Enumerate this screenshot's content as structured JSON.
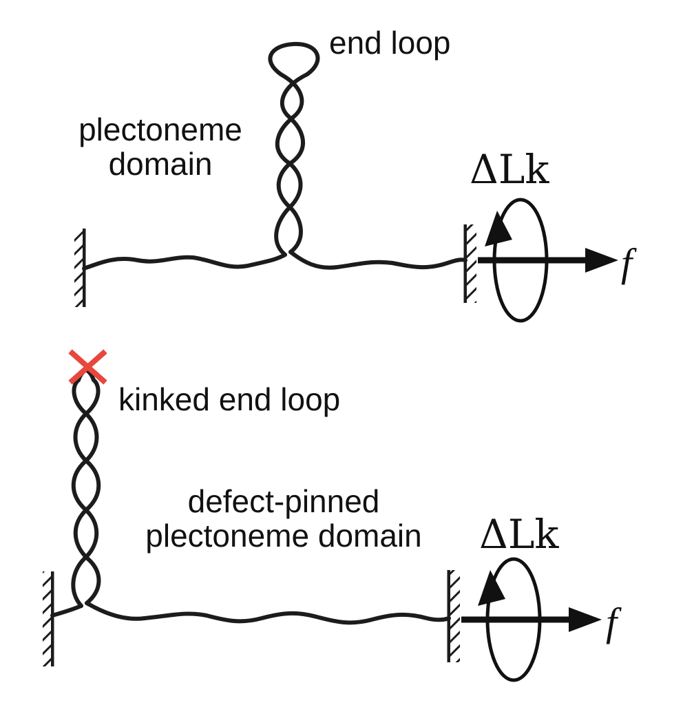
{
  "panels": {
    "top": {
      "end_loop_label": "end loop",
      "domain_label_line1": "plectoneme",
      "domain_label_line2": "domain",
      "linking_label": "ΔLk",
      "force_label": "f"
    },
    "bottom": {
      "end_loop_label": "kinked end loop",
      "domain_label_line1": "defect-pinned",
      "domain_label_line2": "plectoneme domain",
      "linking_label": "ΔLk",
      "force_label": "f"
    }
  },
  "colors": {
    "strand": "#1c1c1c",
    "kink_marker": "#e8473d"
  }
}
